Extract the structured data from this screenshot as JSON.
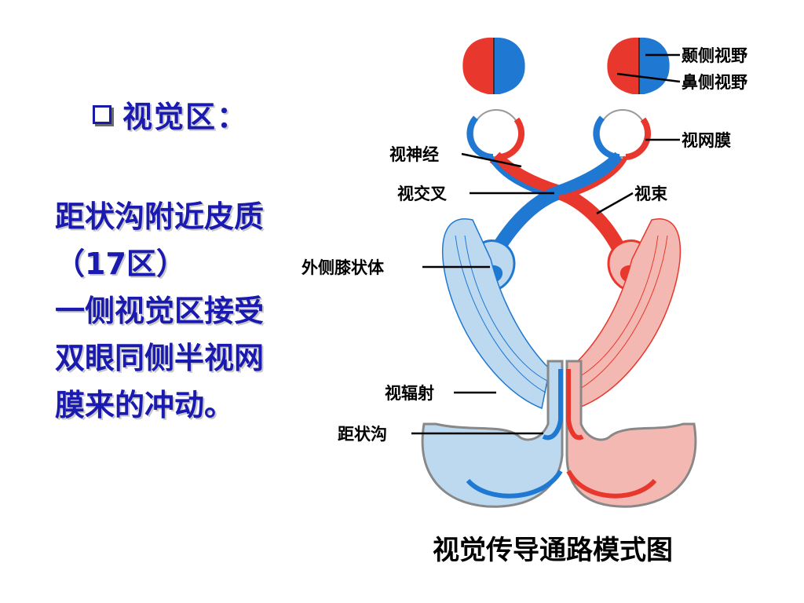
{
  "heading": {
    "text": "视觉区："
  },
  "body_lines": [
    "距状沟附近皮质",
    "（17区）",
    "一侧视觉区接受",
    "双眼同侧半视网",
    "膜来的冲动。"
  ],
  "labels": {
    "temporal_field": "颞侧视野",
    "nasal_field": "鼻侧视野",
    "retina": "视网膜",
    "optic_nerve": "视神经",
    "optic_chiasm": "视交叉",
    "optic_tract": "视束",
    "lateral_geniculate": "外侧膝状体",
    "optic_radiation": "视辐射",
    "calcarine_sulcus": "距状沟"
  },
  "caption": "视觉传导通路模式图",
  "colors": {
    "red": "#e8372d",
    "blue": "#1f78d1",
    "light_blue": "#bcd9f0",
    "light_red": "#f4b8b2",
    "text_blue": "#1a1ab0"
  }
}
